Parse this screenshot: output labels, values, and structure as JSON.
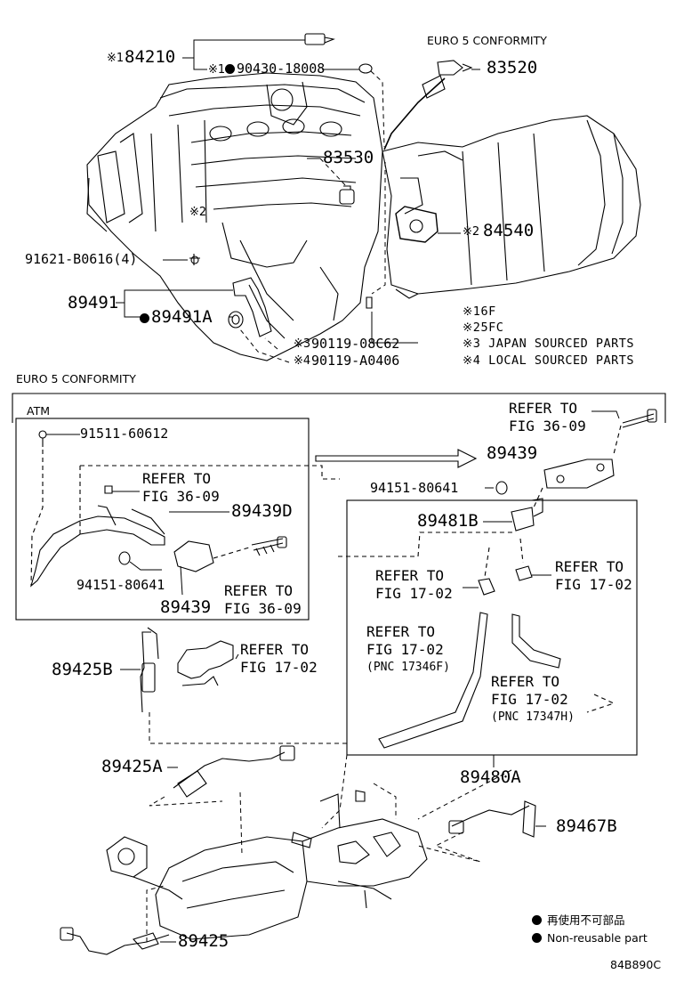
{
  "top": {
    "euro5_label": "EURO 5 CONFORMITY",
    "parts": {
      "p84210_mark": "※1",
      "p84210": "84210",
      "p90430_mark": "※1",
      "p90430": "90430-18008",
      "p83520": "83520",
      "p83530": "83530",
      "mark2_engine": "※2",
      "p84540_mark": "※2",
      "p84540": "84540",
      "p91621": "91621-B0616(4)",
      "p89491": "89491",
      "p89491A": "89491A",
      "p90119C_mark": "※3",
      "p90119C": "90119-08C62",
      "p90119A_mark": "※4",
      "p90119A": "90119-A0406"
    },
    "notes": [
      {
        "mark": "※1",
        "text": "6F"
      },
      {
        "mark": "※2",
        "text": "5FC"
      },
      {
        "mark": "※3",
        "text": "JAPAN SOURCED PARTS"
      },
      {
        "mark": "※4",
        "text": "LOCAL SOURCED PARTS"
      }
    ]
  },
  "bottom": {
    "euro5_label": "EURO 5 CONFORMITY",
    "atm_label": "ATM",
    "parts": {
      "p91511": "91511-60612",
      "p89439D": "89439D",
      "p94151_left": "94151-80641",
      "p89439_left": "89439",
      "p89439_right": "89439",
      "p94151_right": "94151-80641",
      "p89481B": "89481B",
      "p89425B": "89425B",
      "p89425A": "89425A",
      "p89480A": "89480A",
      "p89467B": "89467B",
      "p89425": "89425"
    },
    "refs": {
      "r_3609_a_1": "REFER TO",
      "r_3609_a_2": "FIG 36-09",
      "r_3609_b_1": "REFER TO",
      "r_3609_b_2": "FIG 36-09",
      "r_3609_c_1": "REFER TO",
      "r_3609_c_2": "FIG 36-09",
      "r_1702_a_1": "REFER TO",
      "r_1702_a_2": "FIG 17-02",
      "r_1702_b_1": "REFER TO",
      "r_1702_b_2": "FIG 17-02",
      "r_1702_c_1": "REFER TO",
      "r_1702_c_2": "FIG 17-02",
      "r_1702_c_3": "(PNC 17346F)",
      "r_1702_d_1": "REFER TO",
      "r_1702_d_2": "FIG 17-02",
      "r_1702_d_3": "(PNC 17347H)",
      "r_1702_e_1": "REFER TO",
      "r_1702_e_2": "FIG 17-02"
    }
  },
  "legend": {
    "jp": "再使用不可部品",
    "en": "Non-reusable part"
  },
  "figure_code": "84B890C"
}
